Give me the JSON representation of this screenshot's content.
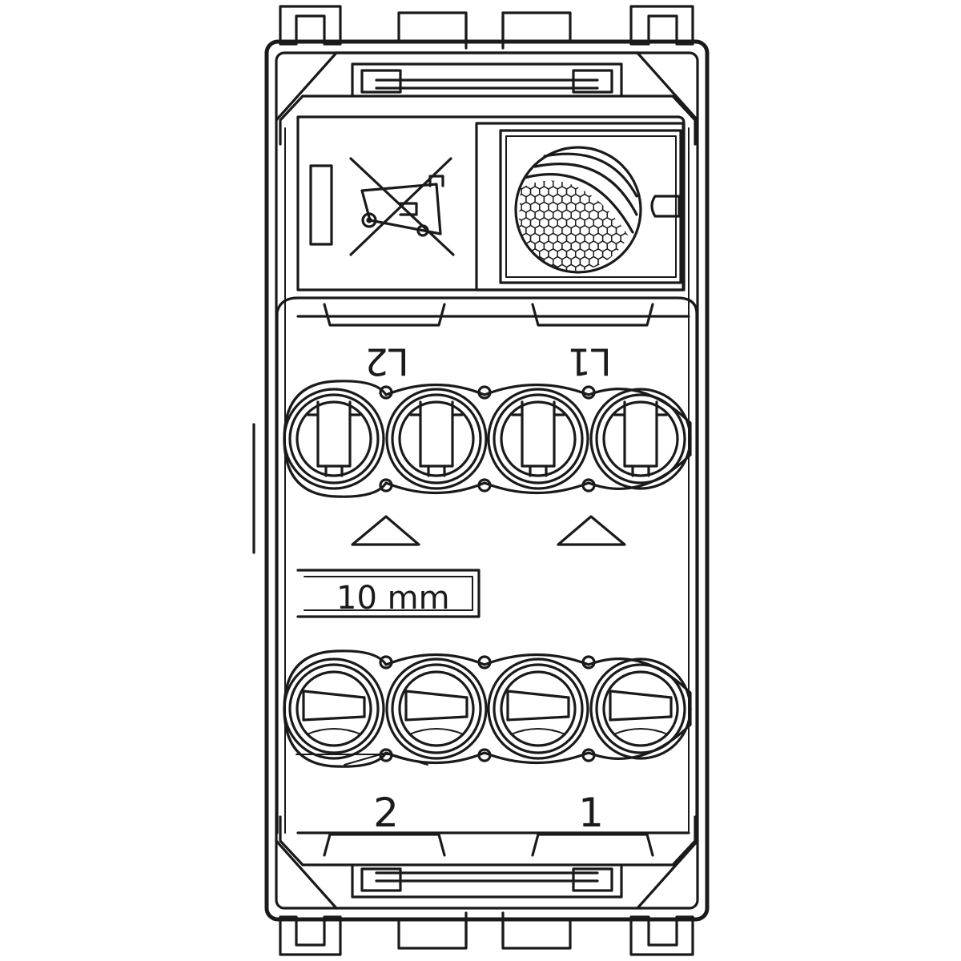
{
  "terminal_labels_top": {
    "left": "L2",
    "right": "L1"
  },
  "terminal_labels_bottom": {
    "left": "2",
    "right": "1"
  },
  "strip_length_label": "10 mm",
  "icons": {
    "weee": "crossed-out-wheelie-bin-icon",
    "sensor": "sensor-lens-icon",
    "arrows": "triangle-up-arrow-icon"
  },
  "colors": {
    "line": "#1a1a1a",
    "background": "#ffffff"
  }
}
